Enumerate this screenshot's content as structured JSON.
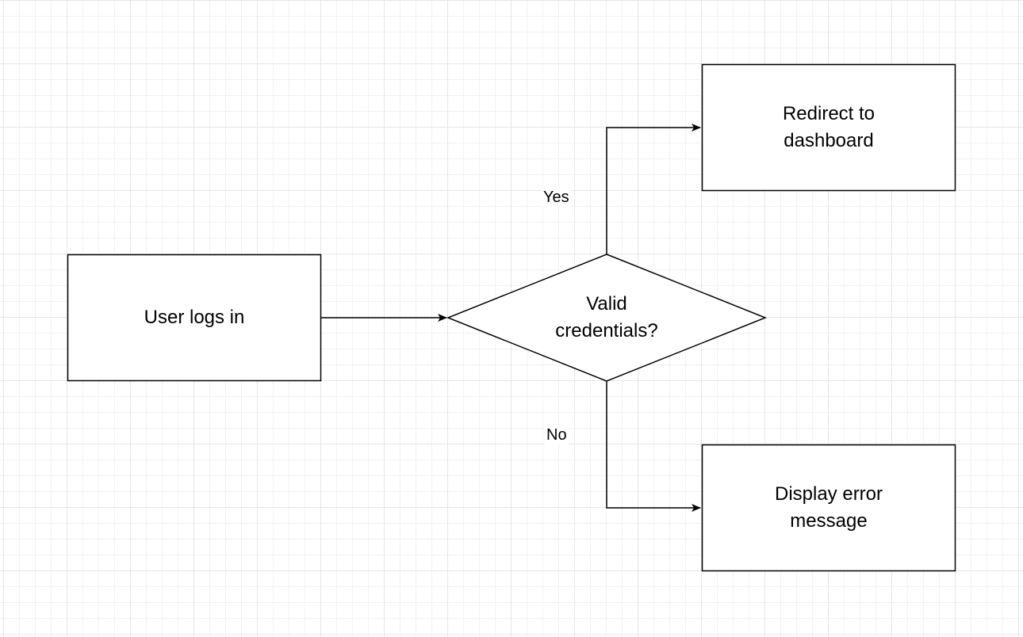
{
  "colors": {
    "stroke": "#000000",
    "fill": "#ffffff",
    "grid": "#e6e6e6"
  },
  "nodes": {
    "start": {
      "shape": "rectangle",
      "label": "User logs in"
    },
    "decision": {
      "shape": "diamond",
      "label": "Valid\ncredentials?"
    },
    "success": {
      "shape": "rectangle",
      "label": "Redirect to\ndashboard"
    },
    "failure": {
      "shape": "rectangle",
      "label": "Display error\nmessage"
    }
  },
  "edges": {
    "start_to_decision": {
      "from": "start",
      "to": "decision",
      "label": ""
    },
    "decision_yes": {
      "from": "decision",
      "to": "success",
      "label": "Yes"
    },
    "decision_no": {
      "from": "decision",
      "to": "failure",
      "label": "No"
    }
  }
}
